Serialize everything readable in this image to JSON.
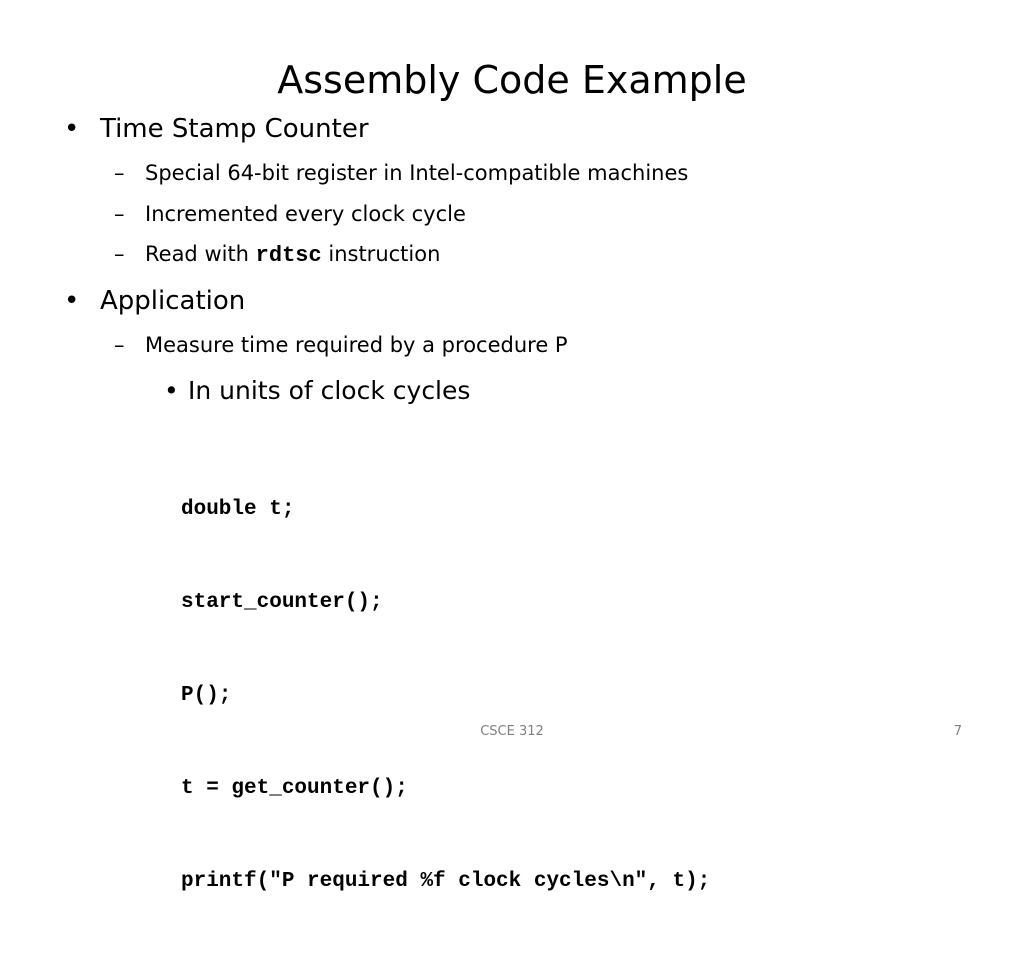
{
  "slide": {
    "title": "Assembly Code Example",
    "bullets": [
      {
        "text": "Time Stamp Counter",
        "marker": "•",
        "sub": [
          {
            "marker": "–",
            "text": "Special 64-bit register in Intel-compatible machines"
          },
          {
            "marker": "–",
            "text": "Incremented every clock cycle"
          },
          {
            "marker": "–",
            "before": "Read with ",
            "code": "rdtsc",
            "after": " instruction"
          }
        ]
      },
      {
        "text": "Application",
        "marker": "•",
        "sub": [
          {
            "marker": "–",
            "text": "Measure time required by a procedure P",
            "sub": [
              {
                "marker": "•",
                "text": "In units of clock cycles"
              }
            ]
          }
        ]
      }
    ],
    "code_lines": [
      "double t;",
      "start_counter();",
      "P();",
      "t = get_counter();",
      "printf(\"P required %f clock cycles\\n\", t);"
    ],
    "footer": {
      "course": "CSCE 312",
      "page_number": "7"
    }
  }
}
